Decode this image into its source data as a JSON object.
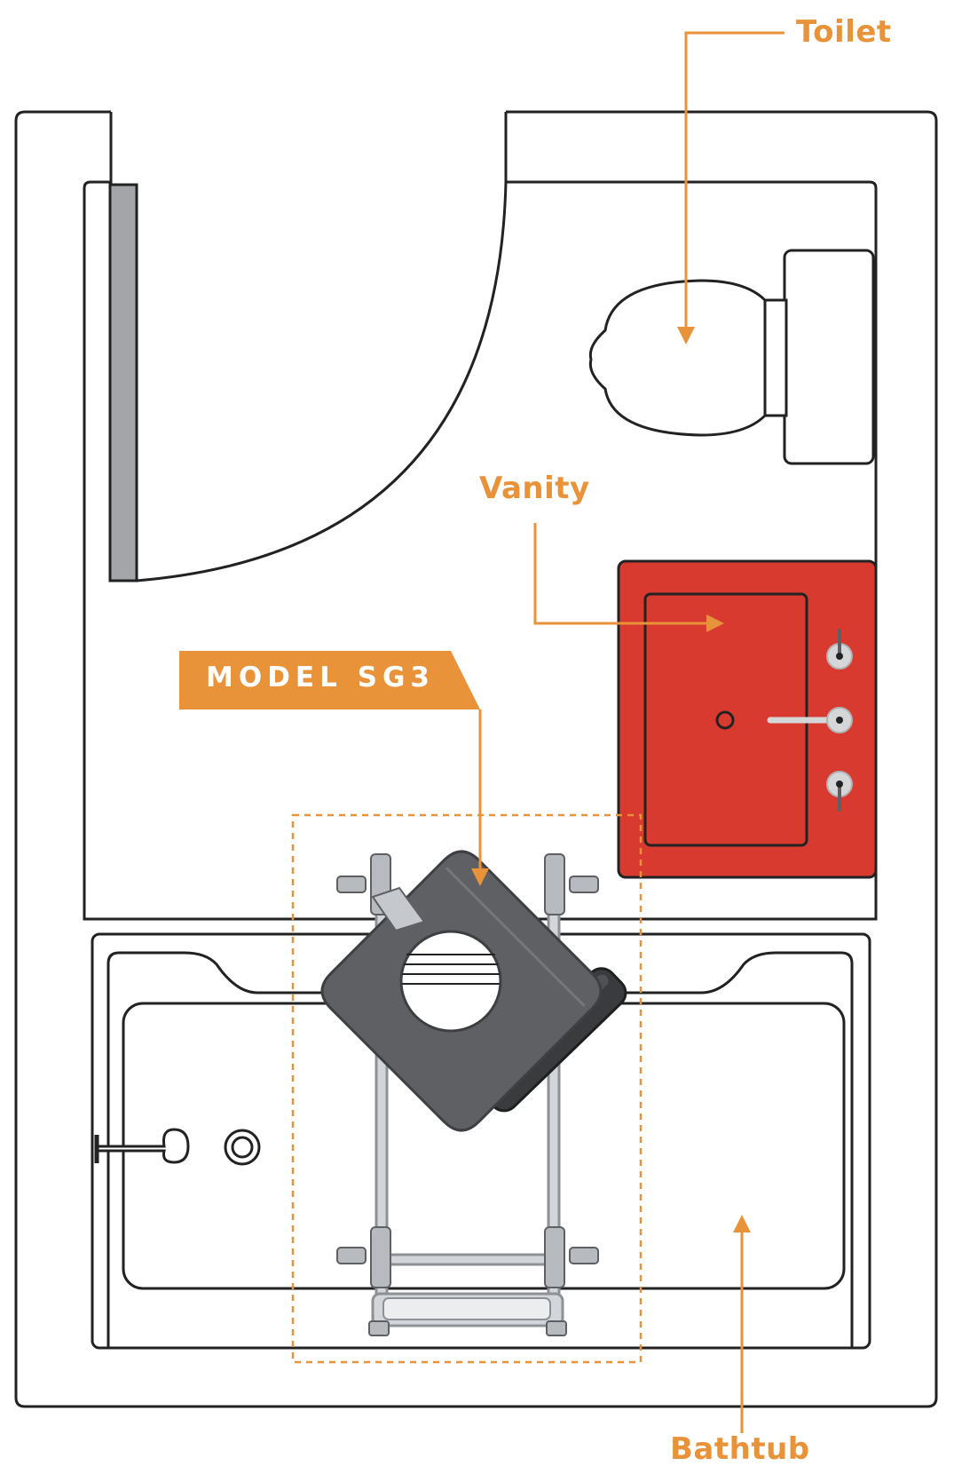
{
  "labels": {
    "toilet": "Toilet",
    "vanity": "Vanity",
    "bathtub": "Bathtub",
    "model": "MODEL SG3"
  },
  "colors": {
    "accent": "#E8923A",
    "vanity": "#D93A2F",
    "outline": "#222222",
    "seat": "#5F6063",
    "rail": "#C9CCD0"
  }
}
